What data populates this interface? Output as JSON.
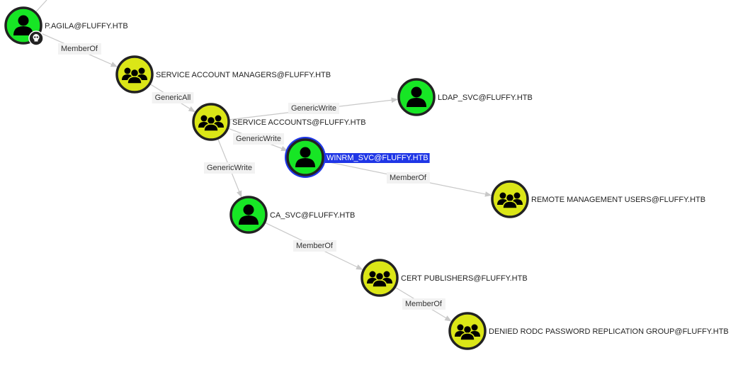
{
  "graph": {
    "nodes": [
      {
        "id": "pagila",
        "label": "P.AGILA@FLUFFY.HTB",
        "type": "user",
        "owned": true,
        "selected": false
      },
      {
        "id": "sam",
        "label": "SERVICE ACCOUNT MANAGERS@FLUFFY.HTB",
        "type": "group",
        "owned": false,
        "selected": false
      },
      {
        "id": "sa",
        "label": "SERVICE ACCOUNTS@FLUFFY.HTB",
        "type": "group",
        "owned": false,
        "selected": false
      },
      {
        "id": "ldap",
        "label": "LDAP_SVC@FLUFFY.HTB",
        "type": "user",
        "owned": false,
        "selected": false
      },
      {
        "id": "winrm",
        "label": "WINRM_SVC@FLUFFY.HTB",
        "type": "user",
        "owned": false,
        "selected": true
      },
      {
        "id": "rmu",
        "label": "REMOTE MANAGEMENT USERS@FLUFFY.HTB",
        "type": "group",
        "owned": false,
        "selected": false
      },
      {
        "id": "ca",
        "label": "CA_SVC@FLUFFY.HTB",
        "type": "user",
        "owned": false,
        "selected": false
      },
      {
        "id": "cp",
        "label": "CERT PUBLISHERS@FLUFFY.HTB",
        "type": "group",
        "owned": false,
        "selected": false
      },
      {
        "id": "drodc",
        "label": "DENIED RODC PASSWORD REPLICATION GROUP@FLUFFY.HTB",
        "type": "group",
        "owned": false,
        "selected": false
      }
    ],
    "edges": [
      {
        "from": "pagila",
        "to": "sam",
        "label": "MemberOf"
      },
      {
        "from": "sam",
        "to": "sa",
        "label": "GenericAll"
      },
      {
        "from": "sa",
        "to": "ldap",
        "label": "GenericWrite"
      },
      {
        "from": "sa",
        "to": "winrm",
        "label": "GenericWrite"
      },
      {
        "from": "sa",
        "to": "ca",
        "label": "GenericWrite"
      },
      {
        "from": "winrm",
        "to": "rmu",
        "label": "MemberOf"
      },
      {
        "from": "ca",
        "to": "cp",
        "label": "MemberOf"
      },
      {
        "from": "cp",
        "to": "drodc",
        "label": "MemberOf"
      }
    ]
  },
  "colors": {
    "user": "#17e625",
    "group": "#dbe617",
    "selected": "#1f36e6",
    "edge": "#c8c8c8",
    "owned_badge": "#222222"
  },
  "icons": {
    "user": "user-icon",
    "group": "group-icon",
    "owned": "skull-icon"
  }
}
